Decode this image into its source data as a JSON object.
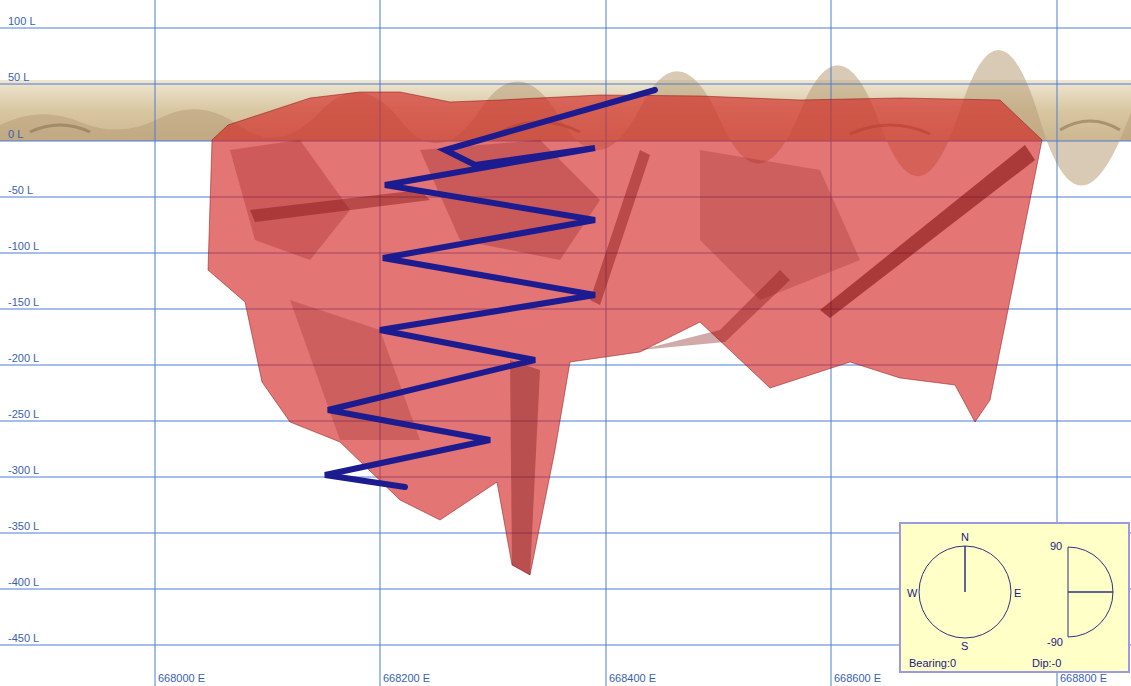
{
  "diagram": {
    "labels": [
      "100 L",
      "50 L",
      "0 L",
      "-50 L",
      "-100 L",
      "-150 L",
      "-200 L",
      "-250 L",
      "-300 L",
      "-350 L",
      "-400 L",
      "-450 L",
      "668000 E",
      "668200 E",
      "668400 E",
      "668600 E",
      "668800 E",
      "N",
      "S",
      "W",
      "E",
      "90",
      "-90",
      "Bearing:0",
      "Dip:-0"
    ]
  }
}
